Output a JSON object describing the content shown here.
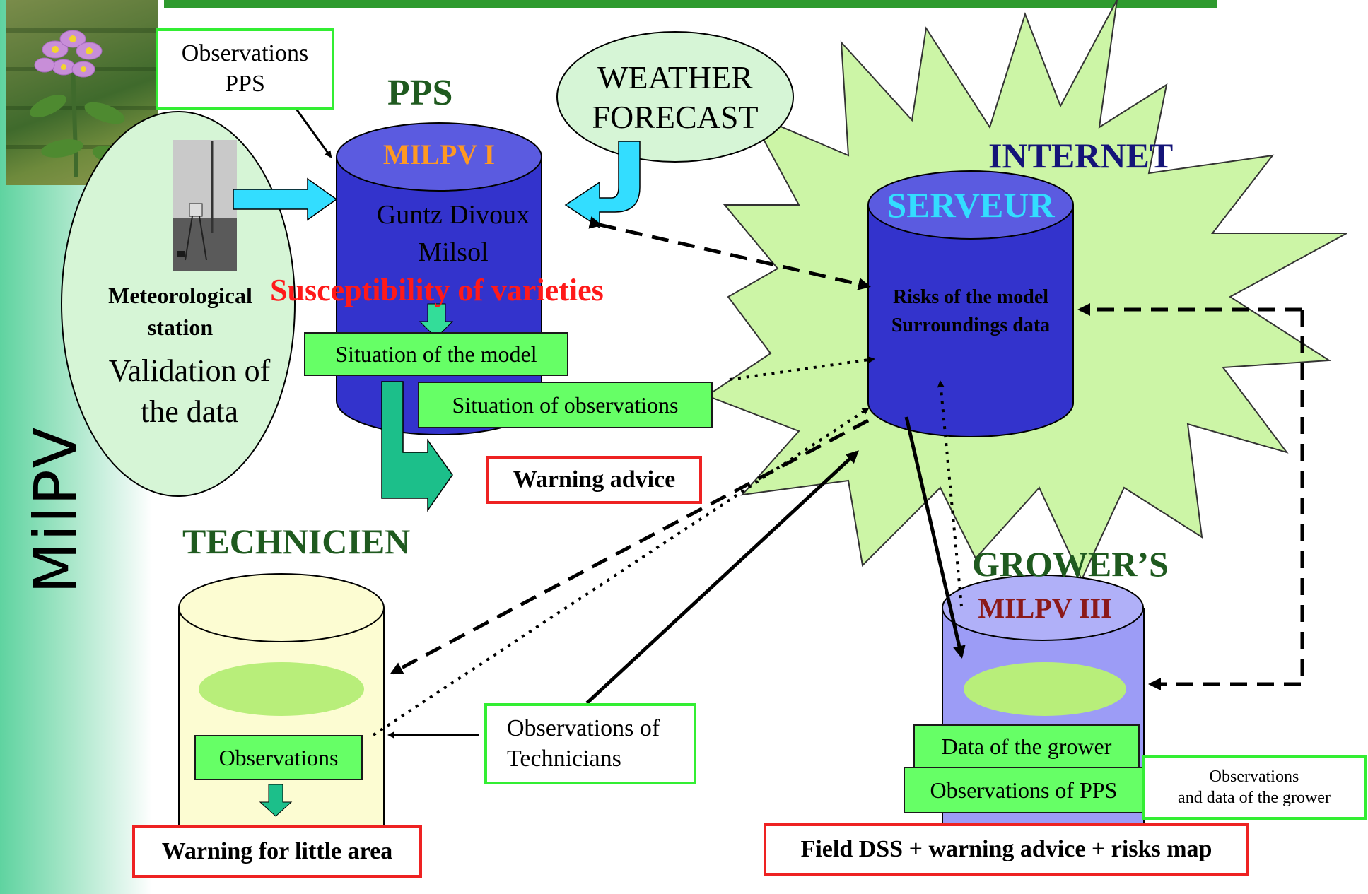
{
  "sidebar": {
    "vertical_title": "MilPV"
  },
  "pps": {
    "title": "PPS",
    "cylinder_title": "MILPV I",
    "line1": "Guntz Divoux",
    "line2": "Milsol",
    "susceptibility": "Susceptibility of varieties",
    "situation_model": "Situation of the model",
    "situation_observations": "Situation of observations",
    "warning_advice": "Warning advice"
  },
  "observations_pps": {
    "line1": "Observations",
    "line2": "PPS"
  },
  "weather": {
    "line1": "WEATHER",
    "line2": "FORECAST"
  },
  "meteo": {
    "title_line1": "Meteorological",
    "title_line2": "station",
    "text_line1": "Validation of",
    "text_line2": "the data"
  },
  "internet": {
    "title": "INTERNET",
    "server_title": "SERVEUR",
    "line1": "Risks of the model",
    "line2": "Surroundings data"
  },
  "technicien": {
    "title": "TECHNICIEN",
    "observations": "Observations",
    "warning": "Warning for little area"
  },
  "observations_technicians": {
    "line1": "Observations of",
    "line2": "Technicians"
  },
  "grower": {
    "title": "GROWER’S",
    "cylinder_title": "MILPV III",
    "data_of_grower": "Data of the grower",
    "observations_pps": "Observations of PPS",
    "side_note_line1": "Observations",
    "side_note_line2": "and data of the grower",
    "bottom_advice": "Field DSS + warning advice + risks map"
  },
  "colors": {
    "dark_green_title": "#1f5a1f",
    "navy_title": "#141478",
    "cylinder_blue": "#3333cc",
    "cylinder_light_blue": "#9c9cf6",
    "cylinder_yellow": "#fcfcd2",
    "star_fill": "#ccf5a6",
    "light_green_ellipse": "#d6f5d6",
    "red_text": "#ff1a1a",
    "orange_title": "#ff9922",
    "cyan_title": "#33ddff",
    "maroon_title": "#8b1a1a"
  }
}
